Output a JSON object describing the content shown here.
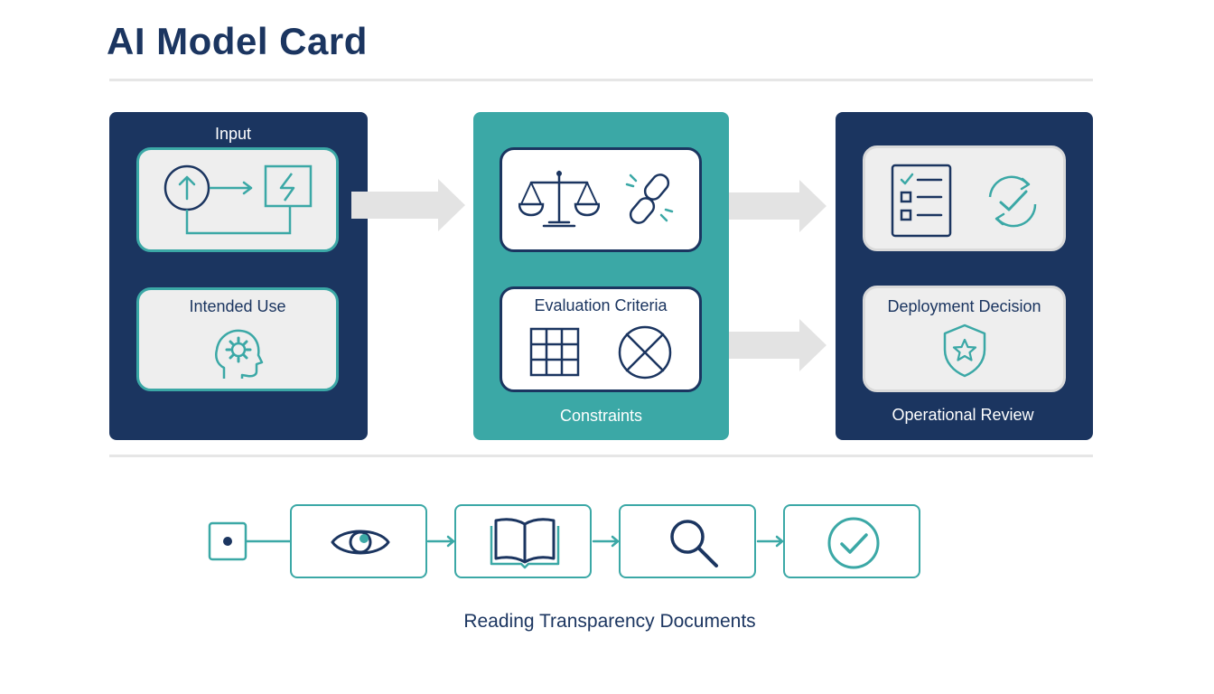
{
  "title": "AI Model Card",
  "panels": {
    "left": {
      "card_top_label": "Input",
      "card_bottom_label": "Intended Use"
    },
    "middle": {
      "card_bottom_label": "Evaluation Criteria",
      "footer": "Constraints"
    },
    "right": {
      "card_bottom_label": "Deployment Decision",
      "footer": "Operational Review"
    }
  },
  "process": {
    "caption": "Reading Transparency Documents",
    "steps": [
      "eye-icon",
      "book-icon",
      "magnifier-icon",
      "check-circle-icon"
    ]
  },
  "colors": {
    "navy": "#1b3560",
    "teal": "#3ba8a6",
    "card": "#eeeeee",
    "arrow": "#e3e3e3"
  }
}
